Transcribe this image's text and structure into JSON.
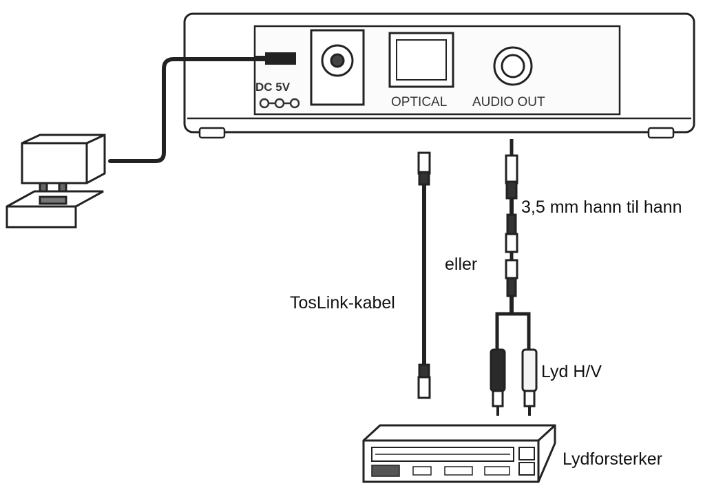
{
  "device": {
    "port_labels": {
      "dc": "DC 5V",
      "optical": "OPTICAL",
      "audio_out": "AUDIO OUT"
    }
  },
  "labels": {
    "cable_35mm": "3,5 mm hann til hann",
    "or": "eller",
    "toslink": "TosLink-kabel",
    "lyd_hv": "Lyd H/V",
    "amplifier": "Lydforsterker"
  },
  "colors": {
    "line": "#222222",
    "fill_light": "#f4f4f4",
    "fill_dark": "#2a2a2a"
  }
}
